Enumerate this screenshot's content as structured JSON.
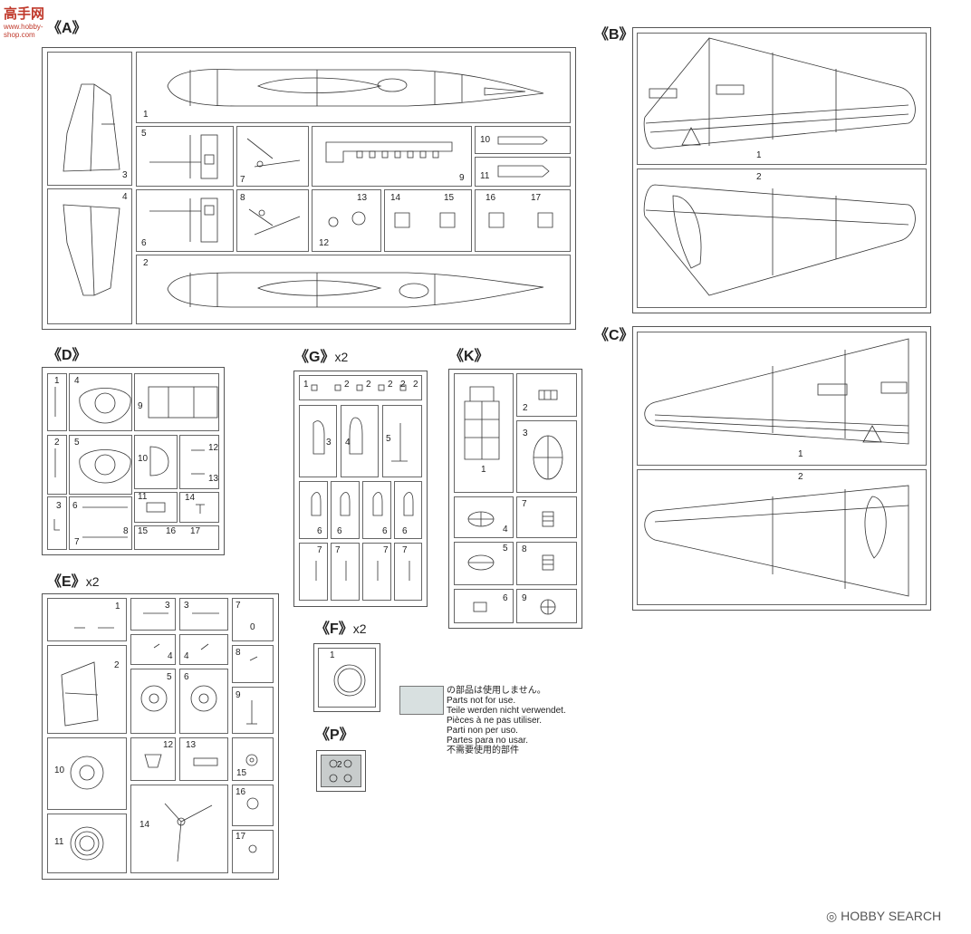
{
  "watermark_top": {
    "brand": "高手网",
    "url": "www.hobby-shop.com"
  },
  "watermark_bottom": {
    "brand": "HOBBY SEARCH"
  },
  "sections": {
    "A": {
      "label": "《A》",
      "numbers": [
        "1",
        "2",
        "3",
        "4",
        "5",
        "6",
        "7",
        "8",
        "9",
        "10",
        "11",
        "12",
        "13",
        "14",
        "15",
        "16",
        "17"
      ]
    },
    "B": {
      "label": "《B》",
      "numbers": [
        "1",
        "2"
      ]
    },
    "C": {
      "label": "《C》",
      "numbers": [
        "1",
        "2"
      ]
    },
    "D": {
      "label": "《D》",
      "numbers": [
        "1",
        "2",
        "3",
        "4",
        "5",
        "6",
        "7",
        "8",
        "9",
        "10",
        "11",
        "12",
        "13",
        "14",
        "15",
        "16",
        "17"
      ]
    },
    "E": {
      "label": "《E》",
      "mult": "x2",
      "numbers": [
        "1",
        "2",
        "3",
        "3",
        "4",
        "4",
        "5",
        "6",
        "7",
        "8",
        "9",
        "10",
        "11",
        "12",
        "13",
        "14",
        "15",
        "16",
        "17"
      ],
      "seven_sub": "0"
    },
    "F": {
      "label": "《F》",
      "mult": "x2",
      "numbers": [
        "1"
      ]
    },
    "G": {
      "label": "《G》",
      "mult": "x2",
      "numbers": [
        "1",
        "2",
        "2",
        "2",
        "2",
        "2",
        "3",
        "4",
        "5",
        "6",
        "6",
        "6",
        "6",
        "7",
        "7",
        "7",
        "7"
      ]
    },
    "K": {
      "label": "《K》",
      "numbers": [
        "1",
        "2",
        "3",
        "4",
        "5",
        "6",
        "7",
        "8",
        "9"
      ]
    },
    "P": {
      "label": "《P》",
      "numbers": [
        "2"
      ]
    }
  },
  "legend": {
    "swatch_color": "#d8e0e0",
    "lines": [
      "の部品は使用しません。",
      "Parts not for use.",
      "Teile werden nicht verwendet.",
      "Pièces à ne pas utiliser.",
      "Parti non per uso.",
      "Partes para no usar.",
      "不需要使用的部件"
    ]
  }
}
